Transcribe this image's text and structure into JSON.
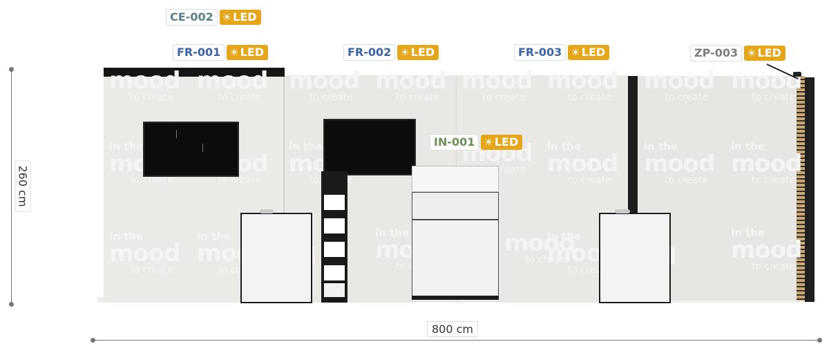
{
  "tags": {
    "ce002": {
      "code": "CE-002",
      "led": "LED",
      "color": "#5a7f8a"
    },
    "fr001": {
      "code": "FR-001",
      "led": "LED",
      "color": "#3b64a6"
    },
    "fr002": {
      "code": "FR-002",
      "led": "LED",
      "color": "#3b64a6"
    },
    "fr003": {
      "code": "FR-003",
      "led": "LED",
      "color": "#3b64a6"
    },
    "zp003": {
      "code": "ZP-003",
      "led": "LED",
      "color": "#7d7d7d"
    },
    "in001": {
      "code": "IN-001",
      "led": "LED",
      "color": "#6d8f58"
    }
  },
  "watermark": {
    "line1": "in the",
    "line2": "mood",
    "line3": "to create"
  },
  "dimensions": {
    "height": "260 cm",
    "width": "800 cm"
  },
  "colors": {
    "led": "#e6a61a",
    "wall": "#e9e8e4",
    "frame": "#1a1a1a"
  }
}
